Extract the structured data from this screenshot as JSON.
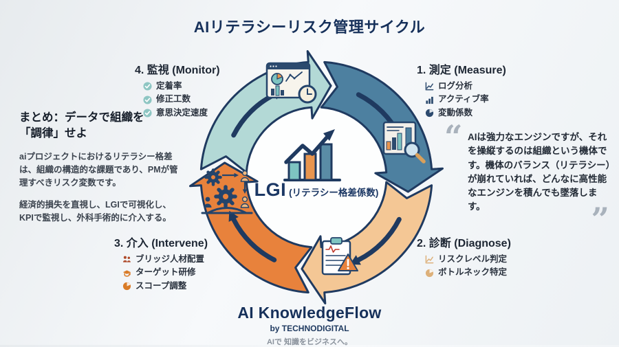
{
  "title": "AIリテラシーリスク管理サイクル",
  "center": {
    "abbr": "LGI",
    "sub": "(リテラシー格差係数)"
  },
  "stages": {
    "measure": {
      "label": "1. 測定 (Measure)",
      "items": [
        "ログ分析",
        "アクティブ率",
        "変動係数"
      ]
    },
    "diagnose": {
      "label": "2. 診断 (Diagnose)",
      "items": [
        "リスクレベル判定",
        "ボトルネック特定"
      ]
    },
    "intervene": {
      "label": "3. 介入 (Intervene)",
      "items": [
        "ブリッジ人材配置",
        "ターゲット研修",
        "スコープ調整"
      ]
    },
    "monitor": {
      "label": "4. 監視 (Monitor)",
      "items": [
        "定着率",
        "修正工数",
        "意思決定速度"
      ]
    }
  },
  "summary": {
    "heading": "まとめ：データで組織を\n「調律」せよ",
    "para1": "aiプロジェクトにおけるリテラシー格差は、組織の構造的な課題であり、PMが管理すべきリスク変数です。",
    "para2": "経済的損失を直視し、LGIで可視化し、KPIで監視し、外科手術的に介入する。"
  },
  "quote": {
    "open": "“",
    "text": "AIは強力なエンジンですが、それを操縦するのは組織という機体です。機体のバランス（リテラシー）が崩れていれば、どんなに高性能なエンジンを積んでも墜落します。",
    "close": "”"
  },
  "footer": {
    "brand": "AI KnowledgeFlow",
    "byline": "by TECHNODIGITAL",
    "tagline": "AIで 知識をビジネスへ。"
  },
  "colors": {
    "navy": "#1f3a60",
    "segment_monitor_teal": "#b3d9d6",
    "segment_measure_blue": "#4d80a0",
    "segment_diagnose_peach": "#f4c795",
    "segment_intervene_orange": "#e8823c",
    "center_bar_teal": "#7ec4c1",
    "center_bar_orange": "#e8954e",
    "center_bar_blue": "#5a8ca6",
    "check_icon": "#8ec6c3",
    "quote_mark_gray": "#a9b2bc"
  }
}
